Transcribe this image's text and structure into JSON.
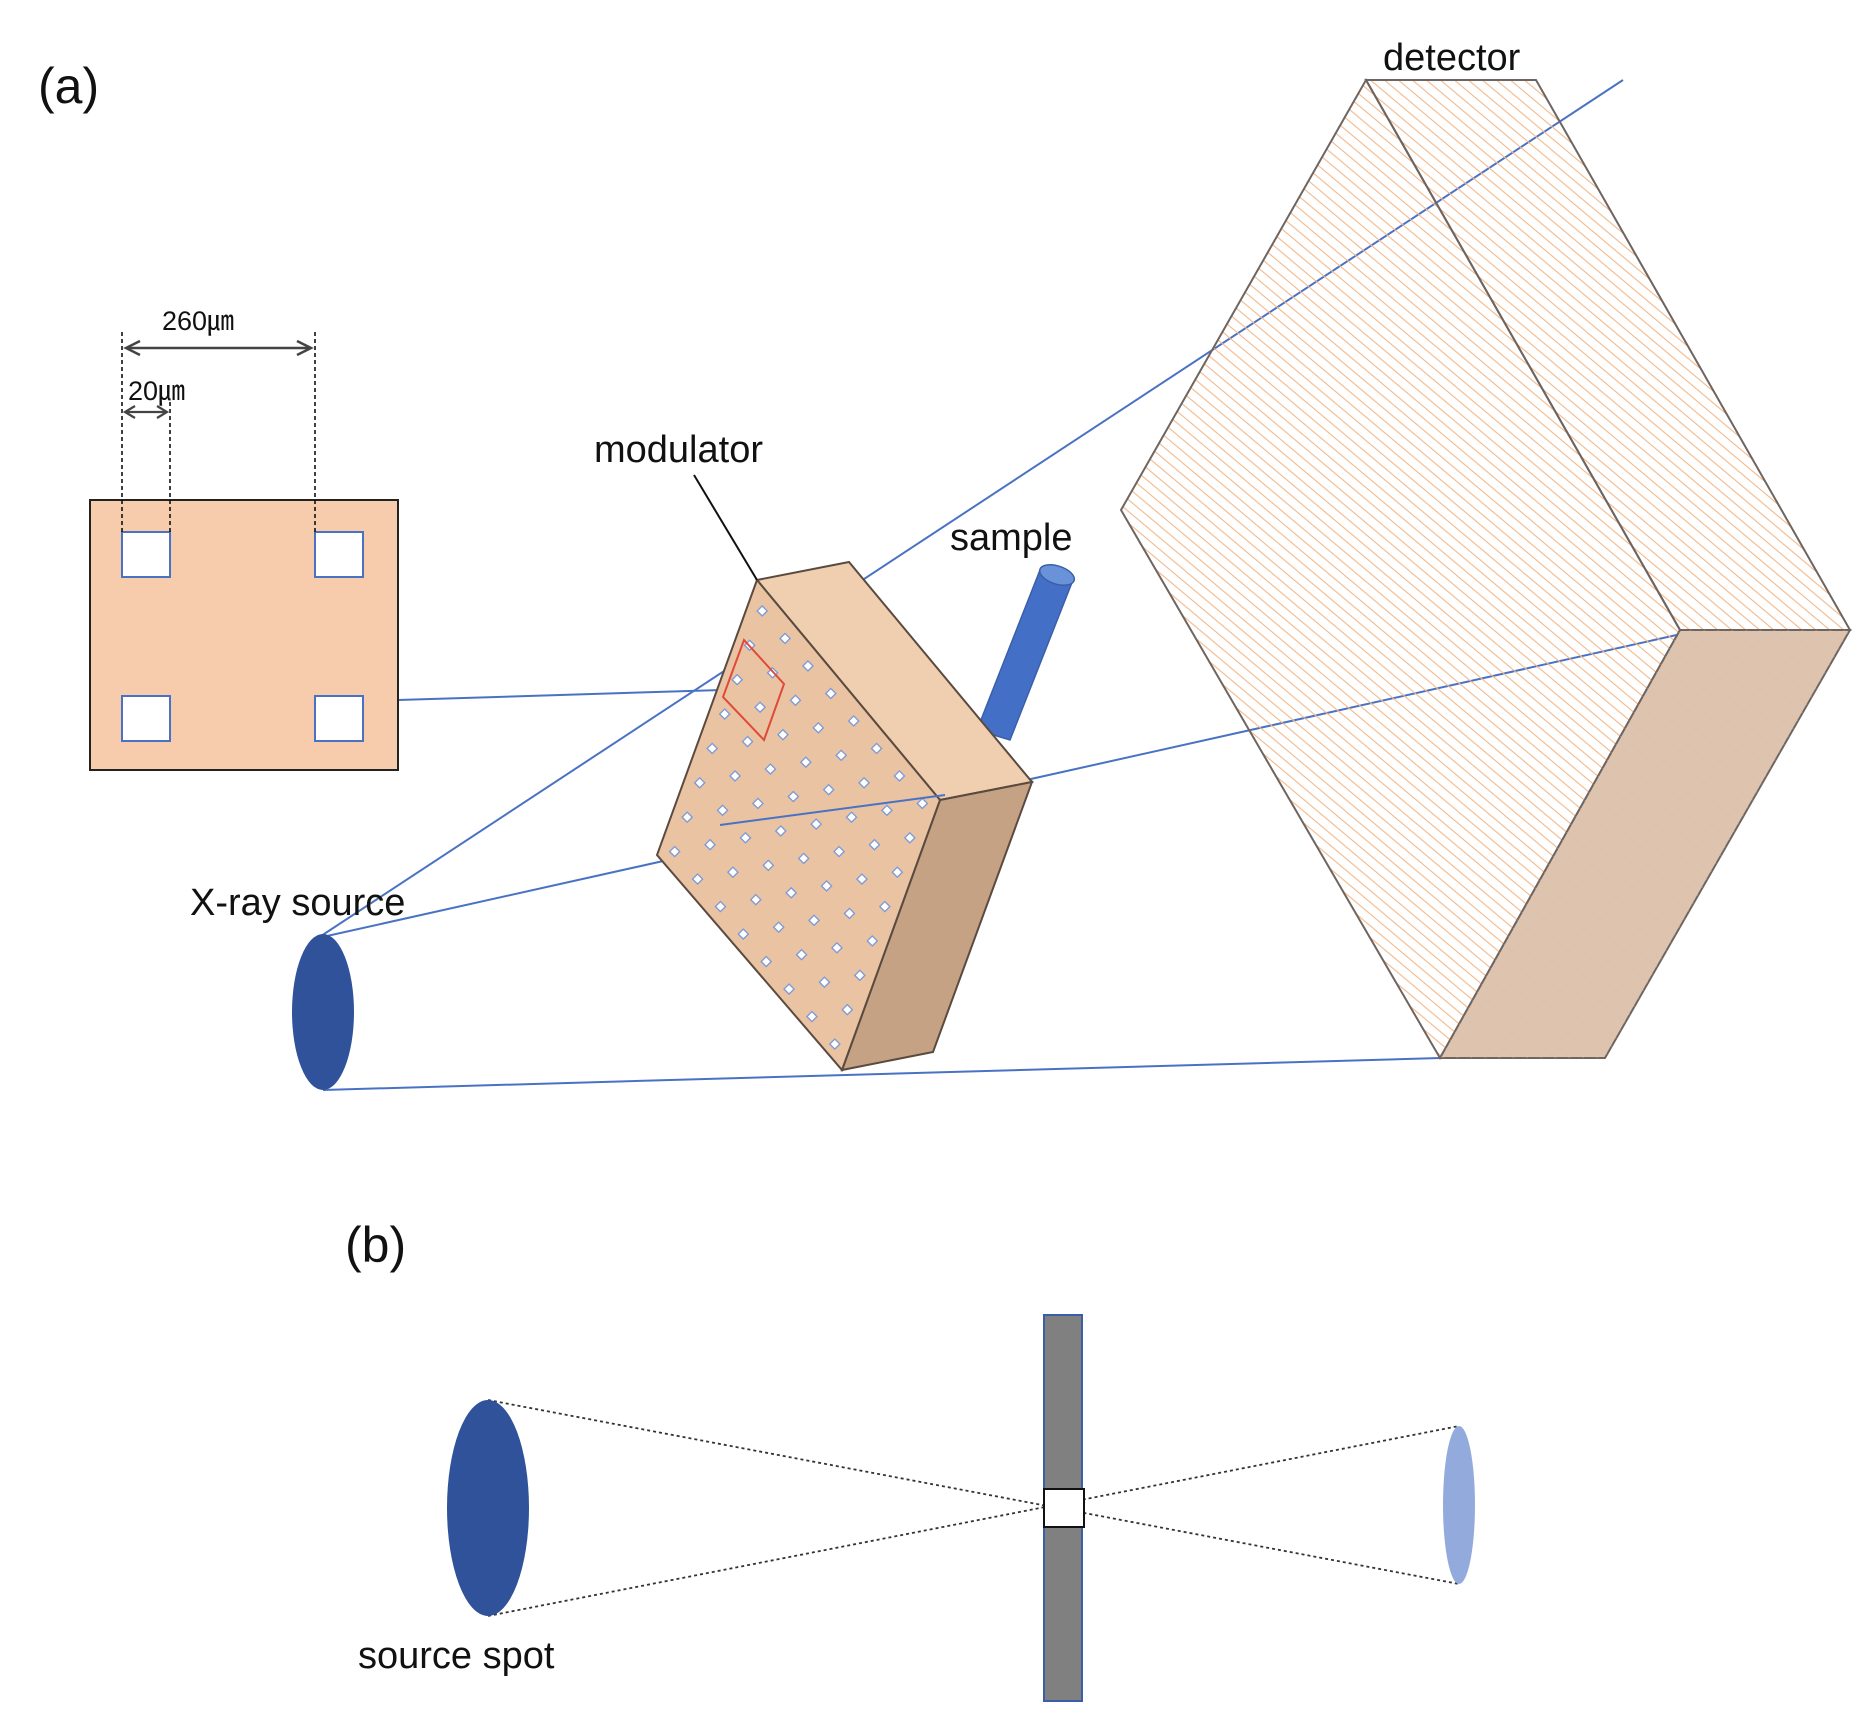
{
  "panel_a": {
    "label": "(a)",
    "detector_label": "detector",
    "modulator_label": "modulator",
    "sample_label": "sample",
    "source_label": "X-ray source",
    "inset": {
      "pitch_label": "260㎛",
      "aperture_label": "20㎛"
    }
  },
  "panel_b": {
    "label": "(b)",
    "source_label": "source spot"
  },
  "colors": {
    "beam": "#4a72c4",
    "source": "#2f529a",
    "source_image": "#93abdc",
    "modulator_face": "#e9c3a2",
    "modulator_side": "#c6a285",
    "inset_fill": "#f7ccad",
    "detector_face": "#fbe3cd",
    "detector_side": "#dec0a8",
    "sample": "#4370c6",
    "mask": "#808080",
    "inset_highlight": "#e04a3a"
  }
}
